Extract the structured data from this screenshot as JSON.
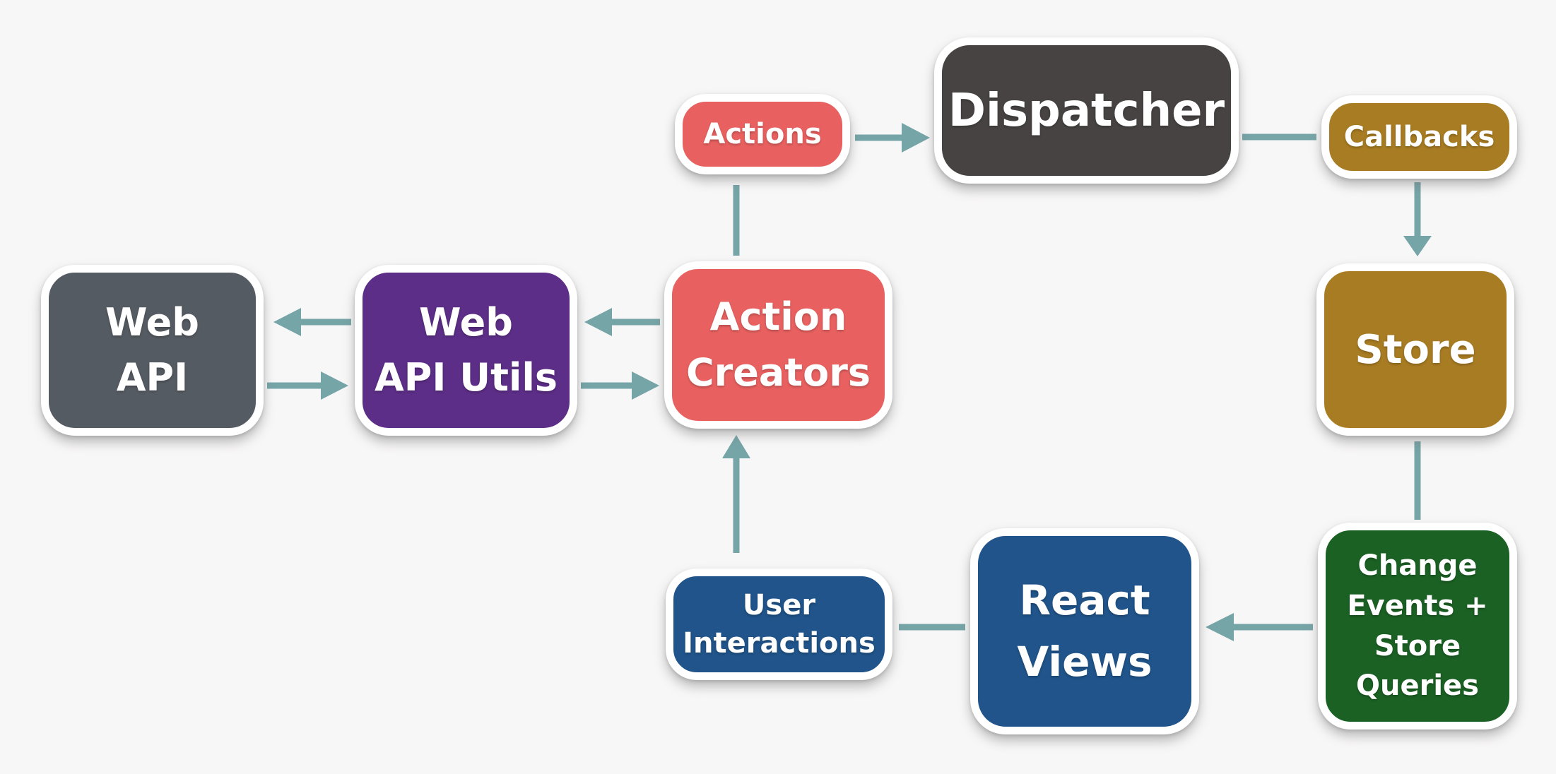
{
  "diagram": {
    "background_color": "#f8f7f7",
    "arrow_color": "#76a5a8",
    "nodes": [
      {
        "id": "actions",
        "label": "Actions",
        "color": "#e86160"
      },
      {
        "id": "dispatcher",
        "label": "Dispatcher",
        "color": "#474343"
      },
      {
        "id": "callbacks",
        "label": "Callbacks",
        "color": "#a87c22"
      },
      {
        "id": "store",
        "label": "Store",
        "color": "#a87c22"
      },
      {
        "id": "change-events",
        "label": "Change Events + Store Queries",
        "color": "#1b6124",
        "lines": [
          "Change",
          "Events +",
          "Store",
          "Queries"
        ]
      },
      {
        "id": "react-views",
        "label": "React Views",
        "color": "#20548a",
        "lines": [
          "React",
          "Views"
        ]
      },
      {
        "id": "user-interactions",
        "label": "User Interactions",
        "color": "#20548a",
        "lines": [
          "User",
          "Interactions"
        ]
      },
      {
        "id": "action-creators",
        "label": "Action Creators",
        "color": "#e86160",
        "lines": [
          "Action",
          "Creators"
        ]
      },
      {
        "id": "web-api-utils",
        "label": "Web API Utils",
        "color": "#5c2e87",
        "lines": [
          "Web",
          "API Utils"
        ]
      },
      {
        "id": "web-api",
        "label": "Web API",
        "color": "#555b62",
        "lines": [
          "Web",
          "API"
        ]
      }
    ],
    "edges": [
      {
        "from": "actions",
        "to": "dispatcher",
        "arrow": true
      },
      {
        "from": "dispatcher",
        "to": "callbacks",
        "arrow": false
      },
      {
        "from": "callbacks",
        "to": "store",
        "arrow": true
      },
      {
        "from": "store",
        "to": "change-events",
        "arrow": false
      },
      {
        "from": "change-events",
        "to": "react-views",
        "arrow": true
      },
      {
        "from": "react-views",
        "to": "user-interactions",
        "arrow": false
      },
      {
        "from": "user-interactions",
        "to": "action-creators",
        "arrow": true
      },
      {
        "from": "action-creators",
        "to": "actions",
        "arrow": false
      },
      {
        "from": "action-creators",
        "to": "web-api-utils",
        "arrow": true
      },
      {
        "from": "web-api-utils",
        "to": "action-creators",
        "arrow": true
      },
      {
        "from": "web-api-utils",
        "to": "web-api",
        "arrow": true
      },
      {
        "from": "web-api",
        "to": "web-api-utils",
        "arrow": true
      }
    ]
  }
}
